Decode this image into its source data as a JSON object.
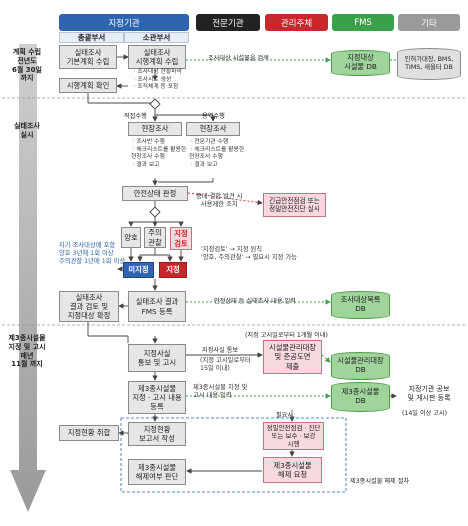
{
  "headers": {
    "designated": "지정기관",
    "general": "총괄부서",
    "jurisdiction": "소관부서",
    "expert": "전문기관",
    "management": "관리주체",
    "fms": "FMS",
    "other": "기타"
  },
  "colors": {
    "designated": "#2f64b0",
    "expert": "#222222",
    "management": "#c8282c",
    "fms": "#3aa04a",
    "other": "#9a9a9a"
  },
  "phases": {
    "plan": "계획 수립\n전년도\n6월 30일\n까지",
    "survey": "실태조사\n실시",
    "designate": "제3종시설물\n지정 및 고시\n매년\n11월 까지"
  },
  "boxes": {
    "basic_plan": "실태조사\n기본계획 수립",
    "exec_plan": "실태조사\n시행계획 수립",
    "plan_confirm": "시행계획 확인",
    "field1": "현장조사",
    "field2": "현장조사",
    "safety_judge": "안전상태 판정",
    "emergency": "긴급안전점검 또는\n정밀안전진단 실시",
    "good": "양호",
    "caution": "주의\n관찰",
    "designate_review": "지정\n검토",
    "undesignated": "미지정",
    "designated": "지정",
    "review_general": "실태조사\n결과 검토 및\n지정대상 확정",
    "fms_register": "실태조사 결과\nFMS 등록",
    "notify": "지정사실\n통보 및 고시",
    "ledger_submit": "시설물관리대장\n및 준공도면\n제출",
    "register3": "제3종시설물\n지정ㆍ고시 내용\n등록",
    "status_summary": "지정현황 취합",
    "status_report": "지정현황\n보고서 작성",
    "precise_check": "정밀안전점검ㆍ진단\n또는 보수ㆍ보강\n시행",
    "cancel_request": "제3종시설물\n해제 요청",
    "cancel_judge": "제3종시설물\n해제여부 판단"
  },
  "bullets": {
    "exec_plan": "ㆍ조사대상 현황파악\nㆍ조사시트 생성\nㆍ조직체계 등 포함",
    "field1": "ㆍ조사반 수행\nㆍ체크리스트를 활용한\n  현장조사 수행\nㆍ결과 보고",
    "field2": "ㆍ전문기관 수행\nㆍ체크리스트를 활용한\n  현장조사 수행\nㆍ결과 보고"
  },
  "databases": {
    "target_db": "지정대상\n시설물 DB",
    "infra_db": "인허가대장, BMS,\nTIMS, 새올터 DB",
    "survey_db": "조사대상목록\nDB",
    "ledger_db": "시설물관리대장\nDB",
    "designated_db": "제3종시설물\nDB"
  },
  "labels": {
    "target_search": "조사대상 시설물을 검색",
    "direct": "직접수행",
    "outsource": "용역수행",
    "emergency_note": "중대 결함 발견 시\n사용제한 조치",
    "judge_note": "'지정검토' → 지정 원칙\n'양호, 주의관찰' → 필요시 지정 가능",
    "next_target": "차기 조사대상에 포함\n양호 3년에 1회 이상\n주의관찰 1년에 1회 이상",
    "survey_input": "안전상태 등 실태조사 내용 입력",
    "notify_deadline": "(지정 고시일로부터 1개월 이내)",
    "notify_fact": "지정사실 통보",
    "notify_days": "(지정 고시일로부터\n15일 이내)",
    "register_input": "제3종시설물 지정 및\n고시 내용 입력",
    "gazette": "지정기관 공보\n및 게시판 등록",
    "gazette_days": "(14일 이상 고시)",
    "if_needed": "필요시",
    "cancel_proc": "제3종시설물 해제 절차"
  }
}
